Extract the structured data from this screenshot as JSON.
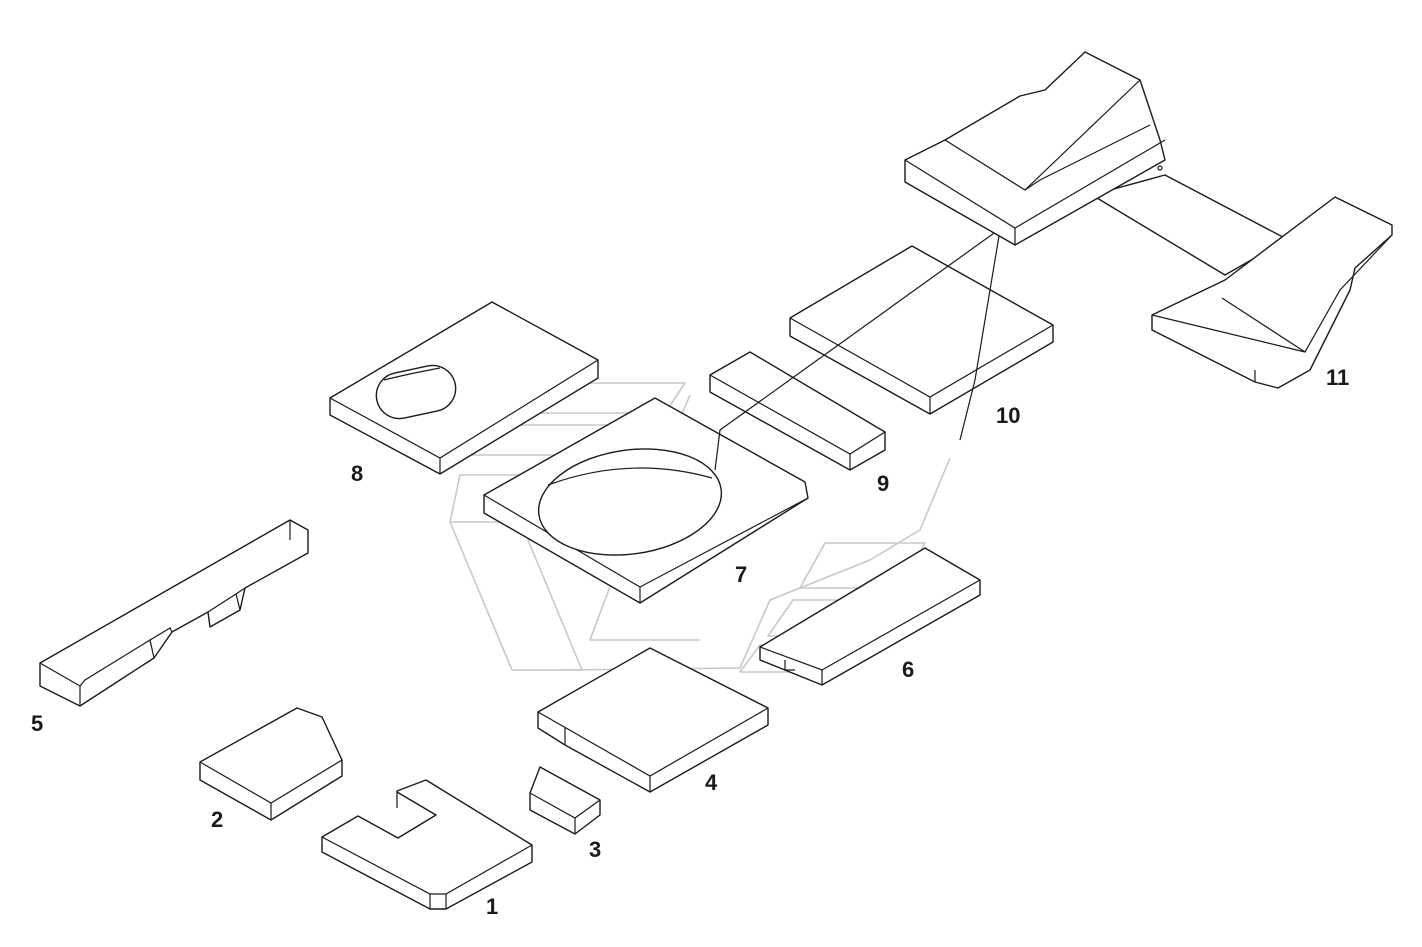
{
  "labels": {
    "p1": "1",
    "p2": "2",
    "p3": "3",
    "p4": "4",
    "p5": "5",
    "p6": "6",
    "p7": "7",
    "p8": "8",
    "p9": "9",
    "p10": "10",
    "p11": "11"
  },
  "colors": {
    "line": "#1a1a1a",
    "watermark": "#c8c8c8",
    "background": "#ffffff"
  }
}
